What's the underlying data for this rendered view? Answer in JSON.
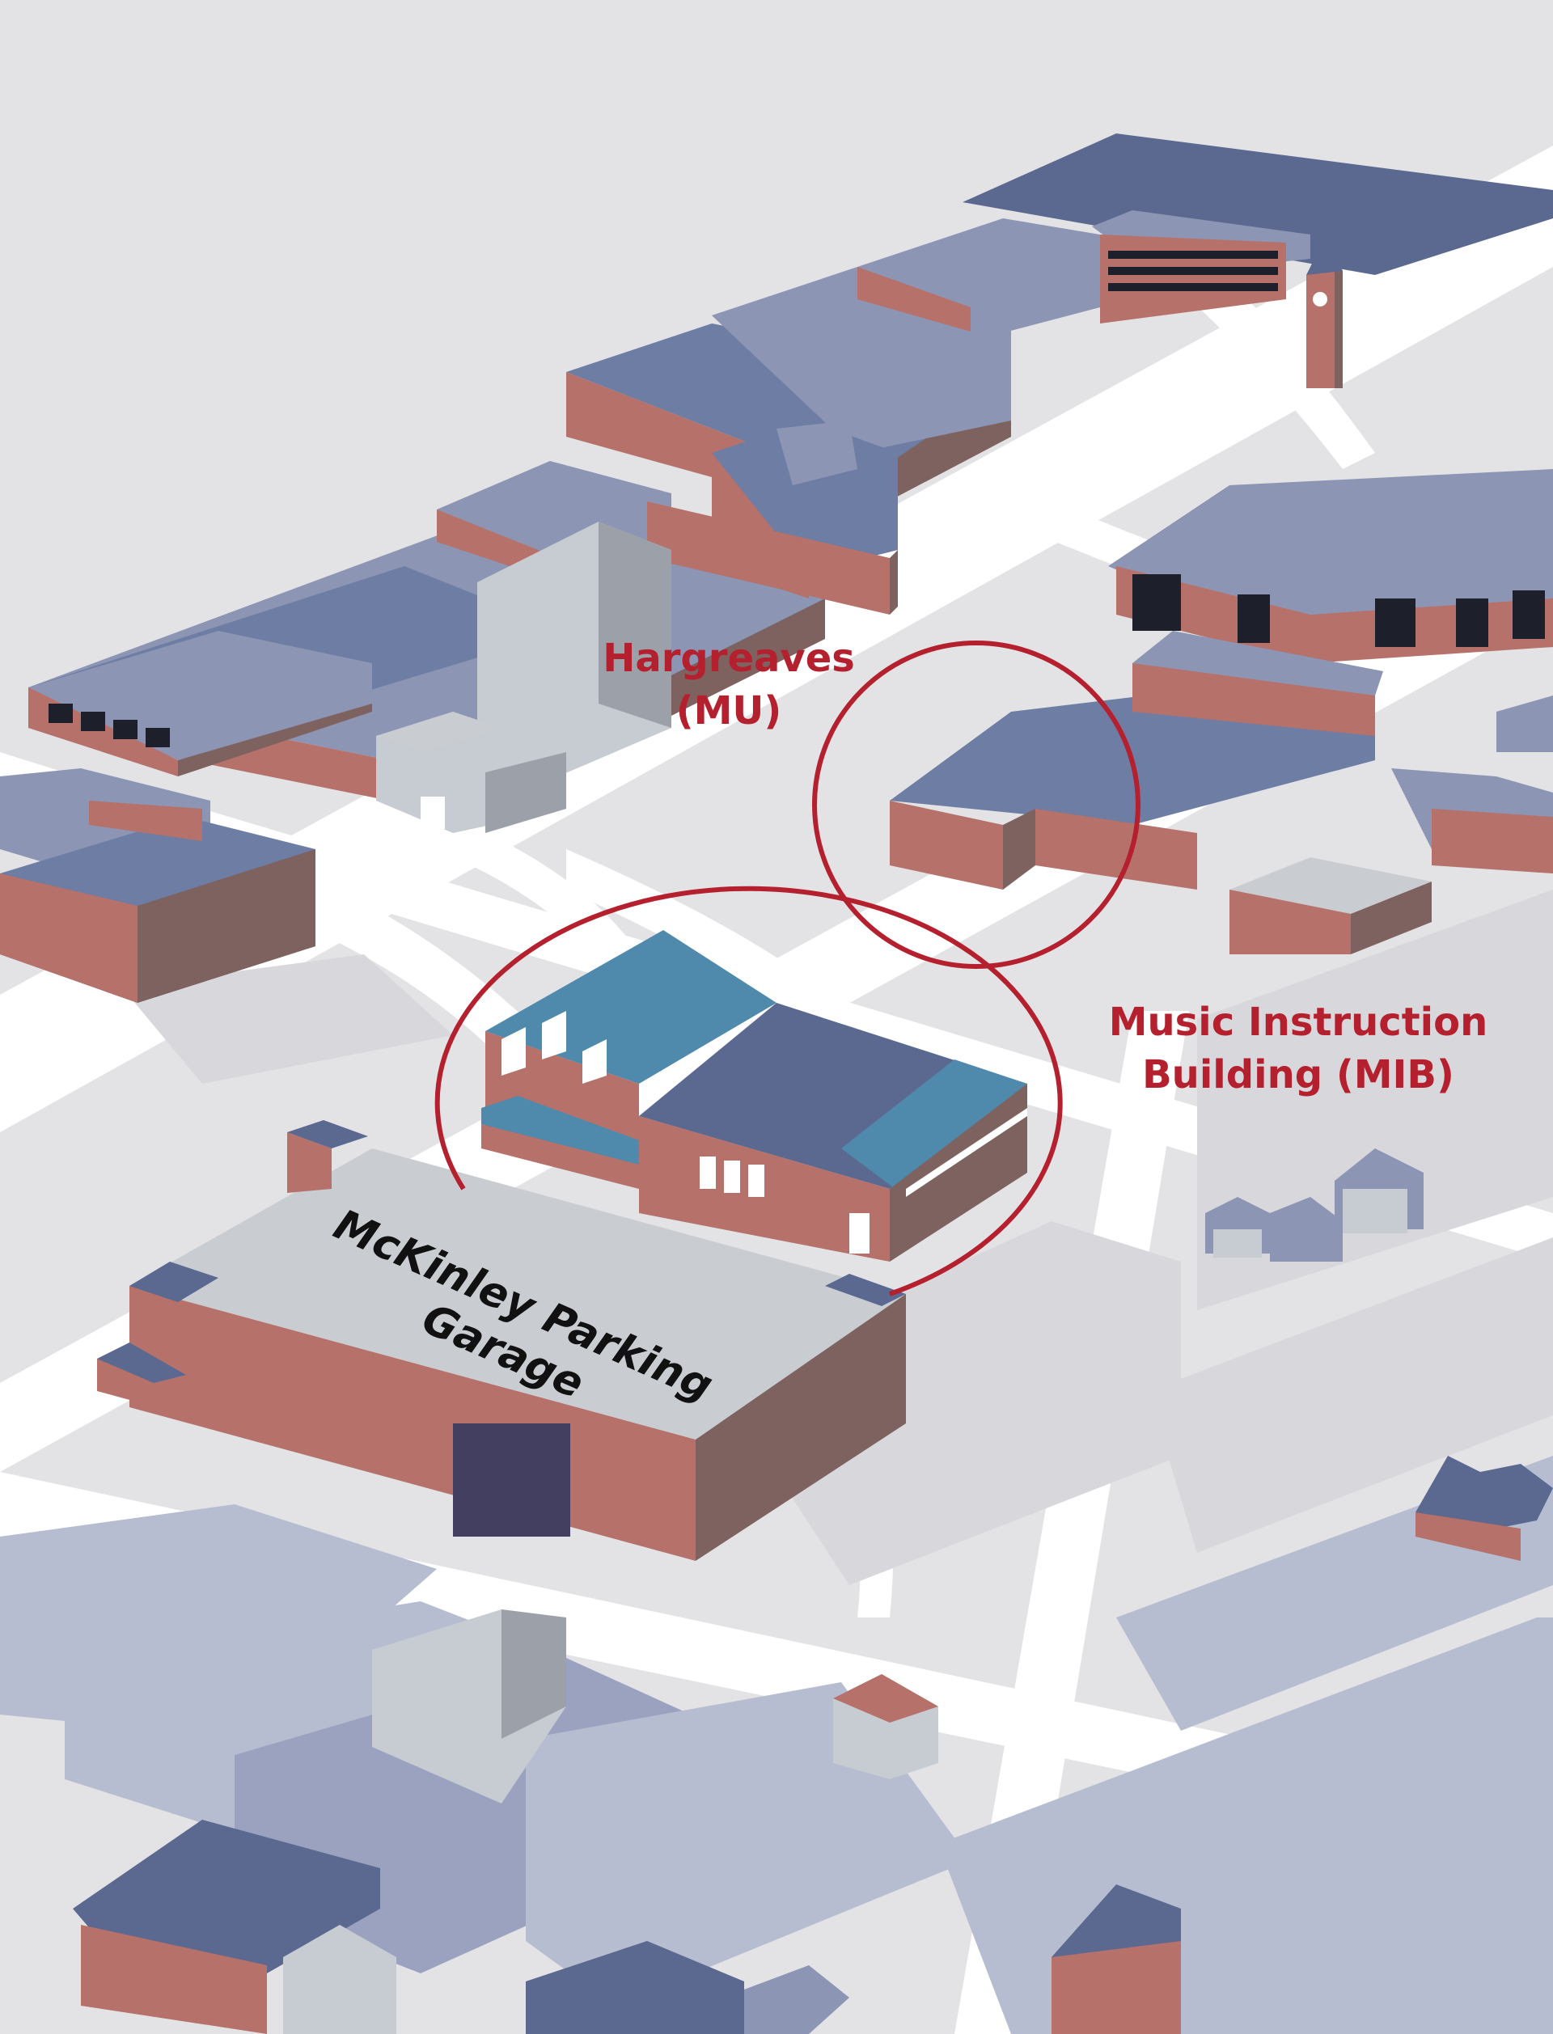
{
  "labels": {
    "hargreaves_line1": "Hargreaves",
    "hargreaves_line2": "(MU)",
    "mib_line1": "Music Instruction",
    "mib_line2": "Building (MIB)",
    "garage_line1": "McKinley Parking",
    "garage_line2": "Garage"
  },
  "colors": {
    "accent_red": "#b5202e",
    "roof_blue": "#6e7da3",
    "brick": "#b5716a",
    "roof_teal": "#4f8aad",
    "ground": "#e3e3e6",
    "road": "#ffffff"
  }
}
